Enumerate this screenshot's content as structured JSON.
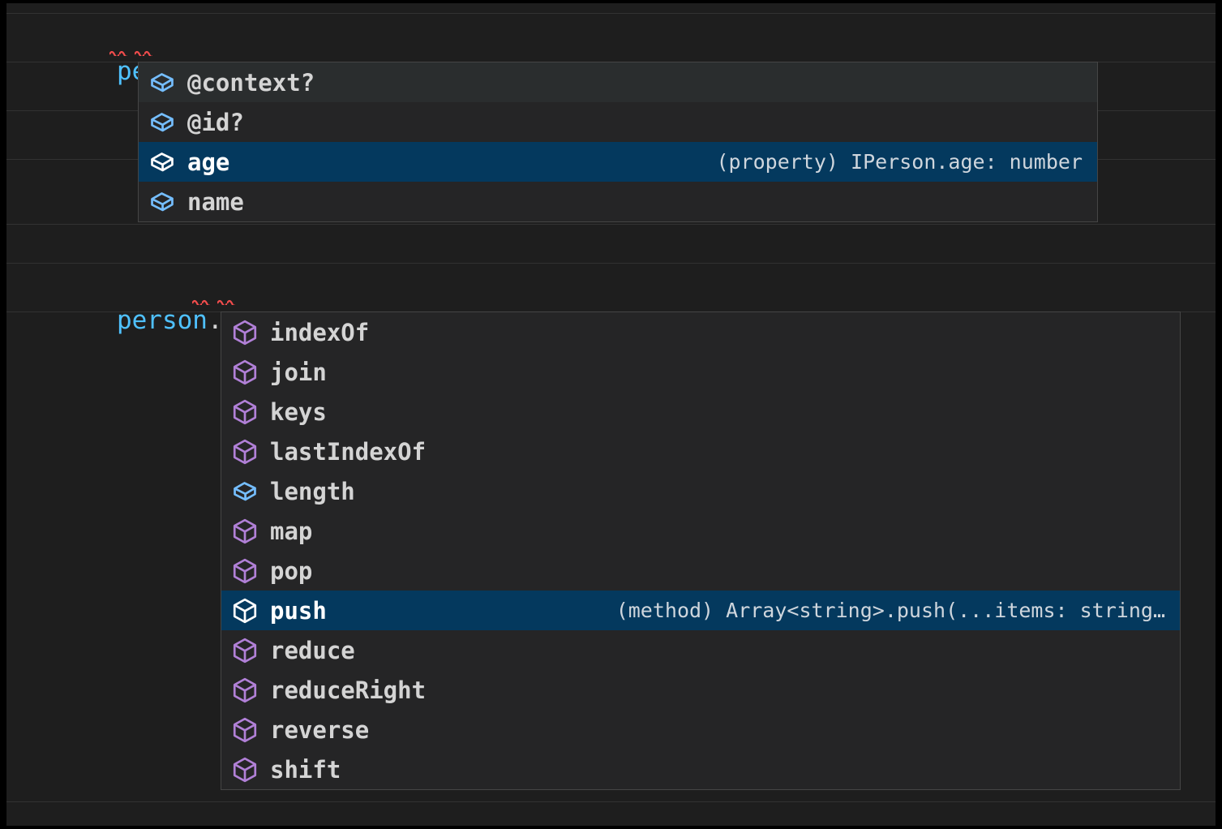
{
  "theme": {
    "editor_background": "#1e1e1e",
    "widget_background": "#252526",
    "widget_border": "#454545",
    "selected_row_background": "#04395e",
    "hovered_row_background": "#2a2d2e",
    "variable_color": "#4fc1ff",
    "property_color": "#9cdcfe",
    "punctuation_color": "#d4d4d4",
    "method_icon_color": "#b180d7",
    "field_icon_color": "#75beff",
    "error_squiggle_color": "#f14c4c",
    "label_color": "#d4d4d4",
    "selected_label_color": "#ffffff"
  },
  "editor": {
    "lines": [
      {
        "id": "line-1",
        "tokens": [
          {
            "text": "person",
            "kind": "variable"
          },
          {
            "text": ".",
            "kind": "punctuation"
          },
          {
            "text": ";",
            "kind": "punctuation"
          }
        ],
        "plain": "person.;",
        "has_error": true
      },
      {
        "id": "line-2",
        "tokens": [
          {
            "text": "person",
            "kind": "variable"
          },
          {
            "text": ".",
            "kind": "punctuation"
          },
          {
            "text": "name",
            "kind": "property"
          },
          {
            "text": ".",
            "kind": "punctuation"
          },
          {
            "text": ";",
            "kind": "punctuation"
          }
        ],
        "plain": "person.name.;",
        "has_error": true
      }
    ]
  },
  "suggest_widgets": [
    {
      "id": "suggest-widget-person",
      "for_expression": "person.",
      "items": [
        {
          "label": "@context?",
          "icon": "field-cube-icon",
          "icon_kind": "field",
          "detail": "",
          "state": "hovered"
        },
        {
          "label": "@id?",
          "icon": "field-cube-icon",
          "icon_kind": "field",
          "detail": "",
          "state": "normal"
        },
        {
          "label": "age",
          "icon": "field-cube-icon",
          "icon_kind": "field",
          "detail": "(property) IPerson.age: number",
          "state": "selected"
        },
        {
          "label": "name",
          "icon": "field-cube-icon",
          "icon_kind": "field",
          "detail": "",
          "state": "normal"
        }
      ]
    },
    {
      "id": "suggest-widget-person-name",
      "for_expression": "person.name.",
      "items": [
        {
          "label": "indexOf",
          "icon": "method-cube-icon",
          "icon_kind": "method",
          "detail": "",
          "state": "normal"
        },
        {
          "label": "join",
          "icon": "method-cube-icon",
          "icon_kind": "method",
          "detail": "",
          "state": "normal"
        },
        {
          "label": "keys",
          "icon": "method-cube-icon",
          "icon_kind": "method",
          "detail": "",
          "state": "normal"
        },
        {
          "label": "lastIndexOf",
          "icon": "method-cube-icon",
          "icon_kind": "method",
          "detail": "",
          "state": "normal"
        },
        {
          "label": "length",
          "icon": "field-cube-icon",
          "icon_kind": "field",
          "detail": "",
          "state": "normal"
        },
        {
          "label": "map",
          "icon": "method-cube-icon",
          "icon_kind": "method",
          "detail": "",
          "state": "normal"
        },
        {
          "label": "pop",
          "icon": "method-cube-icon",
          "icon_kind": "method",
          "detail": "",
          "state": "normal"
        },
        {
          "label": "push",
          "icon": "method-cube-icon",
          "icon_kind": "method",
          "detail": "(method) Array<string>.push(...items: string…",
          "state": "selected"
        },
        {
          "label": "reduce",
          "icon": "method-cube-icon",
          "icon_kind": "method",
          "detail": "",
          "state": "normal"
        },
        {
          "label": "reduceRight",
          "icon": "method-cube-icon",
          "icon_kind": "method",
          "detail": "",
          "state": "normal"
        },
        {
          "label": "reverse",
          "icon": "method-cube-icon",
          "icon_kind": "method",
          "detail": "",
          "state": "normal"
        },
        {
          "label": "shift",
          "icon": "method-cube-icon",
          "icon_kind": "method",
          "detail": "",
          "state": "normal"
        }
      ]
    }
  ]
}
